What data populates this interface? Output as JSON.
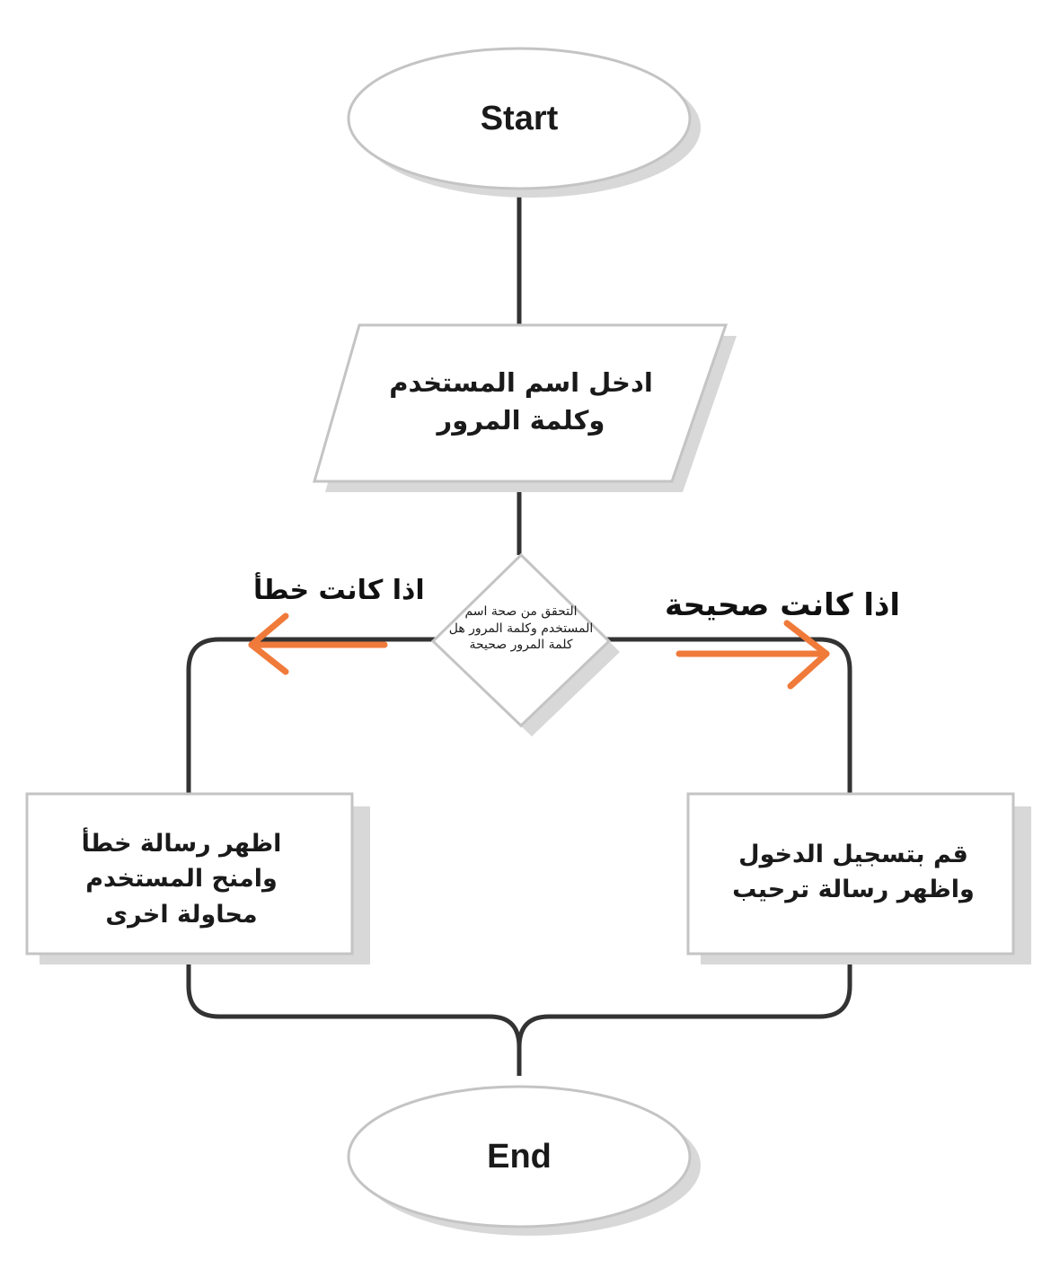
{
  "nodes": {
    "start": {
      "label": "Start"
    },
    "input": {
      "label": "ادخل اسم المستخدم وكلمة المرور"
    },
    "decision": {
      "label": "التحقق من صحة اسم المستخدم وكلمة المرور هل كلمة المرور صحيحة"
    },
    "error_process": {
      "label": "اظهر رسالة خطأ وامنح المستخدم محاولة اخرى"
    },
    "success_process": {
      "label": "قم بتسجيل الدخول واظهر رسالة ترحيب"
    },
    "end": {
      "label": "End"
    }
  },
  "branches": {
    "false_label": "اذا كانت خطأ",
    "true_label": "اذا كانت صحيحة"
  },
  "colors": {
    "arrow": "#f07a3a",
    "connector": "#333333",
    "shape_fill": "#ffffff",
    "shape_border": "#c4c4c4",
    "shadow": "#d6d6d6"
  }
}
